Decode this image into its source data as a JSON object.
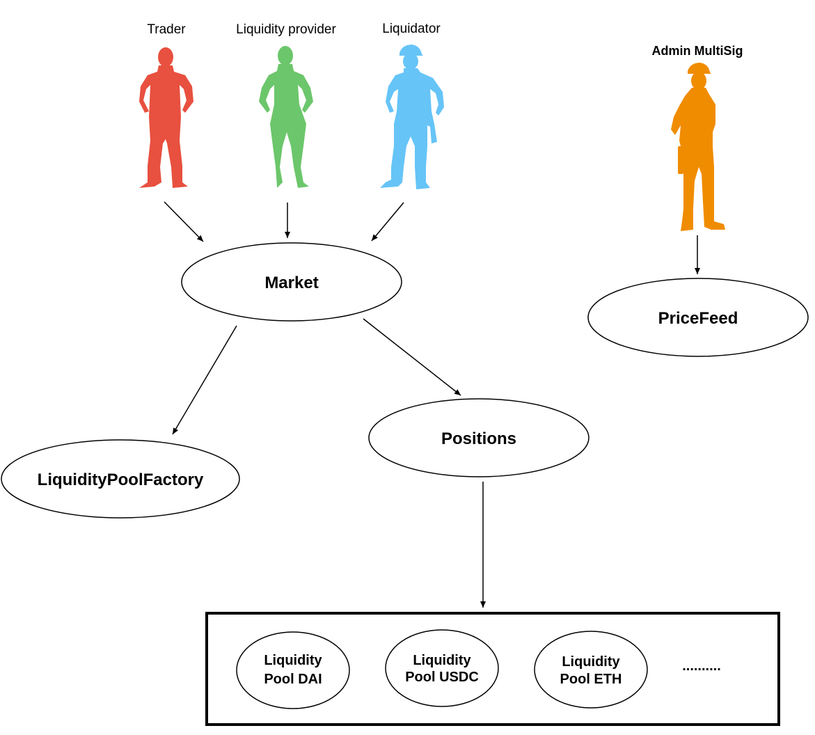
{
  "actors": {
    "trader": {
      "label": "Trader",
      "color": "#e8503f"
    },
    "liquidity_provider": {
      "label": "Liquidity provider",
      "color": "#6cc66b"
    },
    "liquidator": {
      "label": "Liquidator",
      "color": "#66c4f7"
    },
    "admin": {
      "label": "Admin MultiSig",
      "color": "#f08c00"
    }
  },
  "nodes": {
    "market": "Market",
    "pricefeed": "PriceFeed",
    "factory": "LiquidityPoolFactory",
    "positions": "Positions"
  },
  "pools": {
    "dai": {
      "line1": "Liquidity",
      "line2": "Pool DAI"
    },
    "usdc": {
      "line1": "Liquidity",
      "line2": "Pool USDC"
    },
    "eth": {
      "line1": "Liquidity",
      "line2": "Pool ETH"
    },
    "more": ".........."
  }
}
